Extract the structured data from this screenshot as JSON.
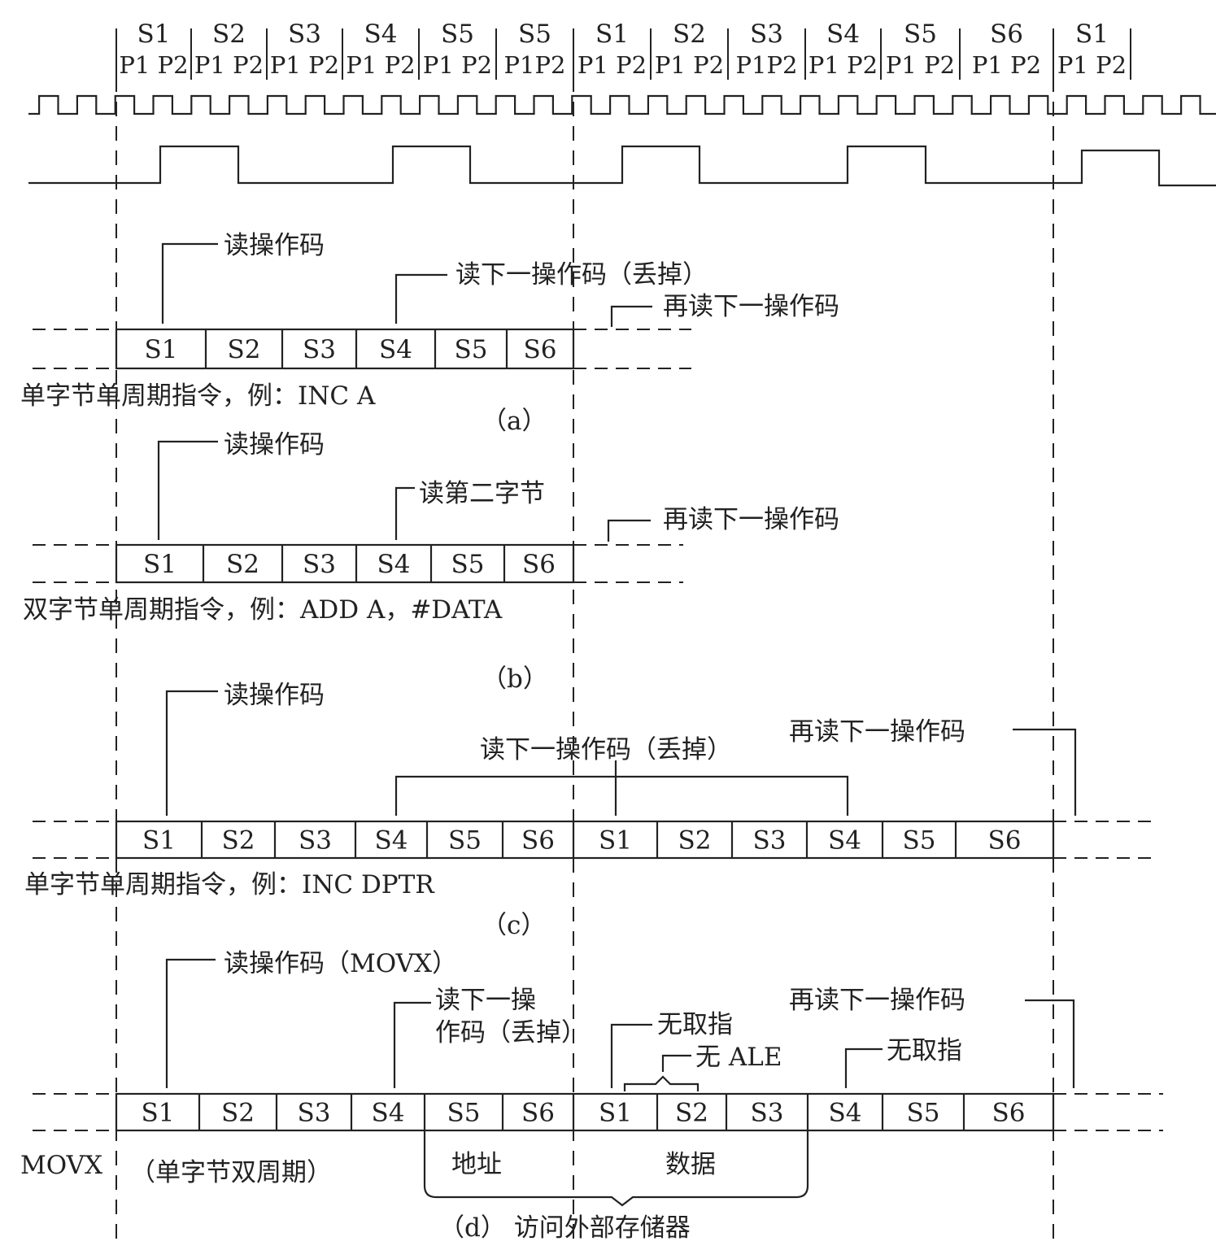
{
  "header": {
    "states": [
      "S1",
      "S2",
      "S3",
      "S4",
      "S5",
      "S5",
      "S1",
      "S2",
      "S3",
      "S4",
      "S5",
      "S6",
      "S1"
    ],
    "phases": [
      "P1 P2",
      "P1 P2",
      "P1 P2",
      "P1 P2",
      "P1 P2",
      "P1P2",
      "P1 P2",
      "P1 P2",
      "P1P2",
      "P1 P2",
      "P1 P2",
      "P1 P2",
      "P1 P2"
    ]
  },
  "a": {
    "cells": [
      "S1",
      "S2",
      "S3",
      "S4",
      "S5",
      "S6"
    ],
    "read_opcode": "读操作码",
    "read_next_discard": "读下一操作码（丢掉）",
    "reread_next": "再读下一操作码",
    "caption": "单字节单周期指令，例：INC A",
    "label": "（a）"
  },
  "b": {
    "cells": [
      "S1",
      "S2",
      "S3",
      "S4",
      "S5",
      "S6"
    ],
    "read_opcode": "读操作码",
    "read_second_byte": "读第二字节",
    "reread_next": "再读下一操作码",
    "caption": "双字节单周期指令，例：ADD A，#DATA",
    "label": "（b）"
  },
  "c": {
    "cells": [
      "S1",
      "S2",
      "S3",
      "S4",
      "S5",
      "S6",
      "S1",
      "S2",
      "S3",
      "S4",
      "S5",
      "S6"
    ],
    "read_opcode": "读操作码",
    "read_next_discard": "读下一操作码（丢掉）",
    "reread_next": "再读下一操作码",
    "caption": "单字节单周期指令，例：INC DPTR",
    "label": "（c）"
  },
  "d": {
    "cells": [
      "S1",
      "S2",
      "S3",
      "S4",
      "S5",
      "S6",
      "S1",
      "S2",
      "S3",
      "S4",
      "S5",
      "S6"
    ],
    "read_opcode": "读操作码（MOVX）",
    "read_next_line1": "读下一操",
    "read_next_line2": "作码（丢掉）",
    "no_fetch_1": "无取指",
    "no_ale": "无 ALE",
    "no_fetch_2": "无取指",
    "reread_next": "再读下一操作码",
    "instr": "MOVX",
    "instr_desc": "（单字节双周期）",
    "address": "地址",
    "data": "数据",
    "caption": "（d）  访问外部存储器"
  }
}
